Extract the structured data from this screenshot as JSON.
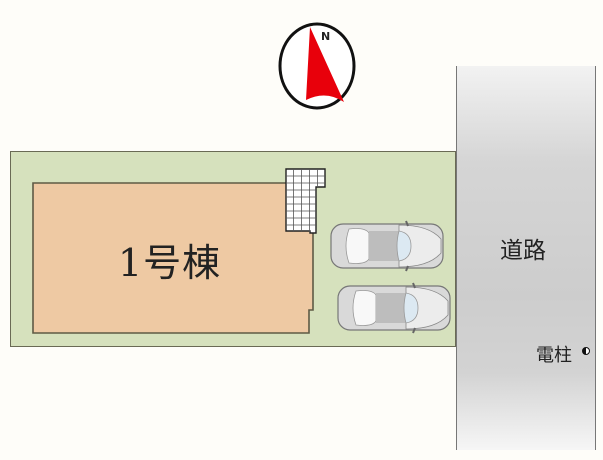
{
  "site_plan": {
    "compass": {
      "direction_label": "N",
      "arrow_color": "#e8000b",
      "ring_color": "#111111"
    },
    "building": {
      "label": "1号棟",
      "fill_color": "#eec9a3",
      "border_color": "#5e5a45"
    },
    "lot": {
      "fill_color": "#d6e1bd"
    },
    "parking": {
      "car_count": 2,
      "cars": [
        "car-1",
        "car-2"
      ]
    },
    "terrace_grid": {
      "rows": 9,
      "cols": 5
    },
    "road": {
      "label": "道路"
    },
    "utility_pole": {
      "label": "電柱"
    }
  }
}
